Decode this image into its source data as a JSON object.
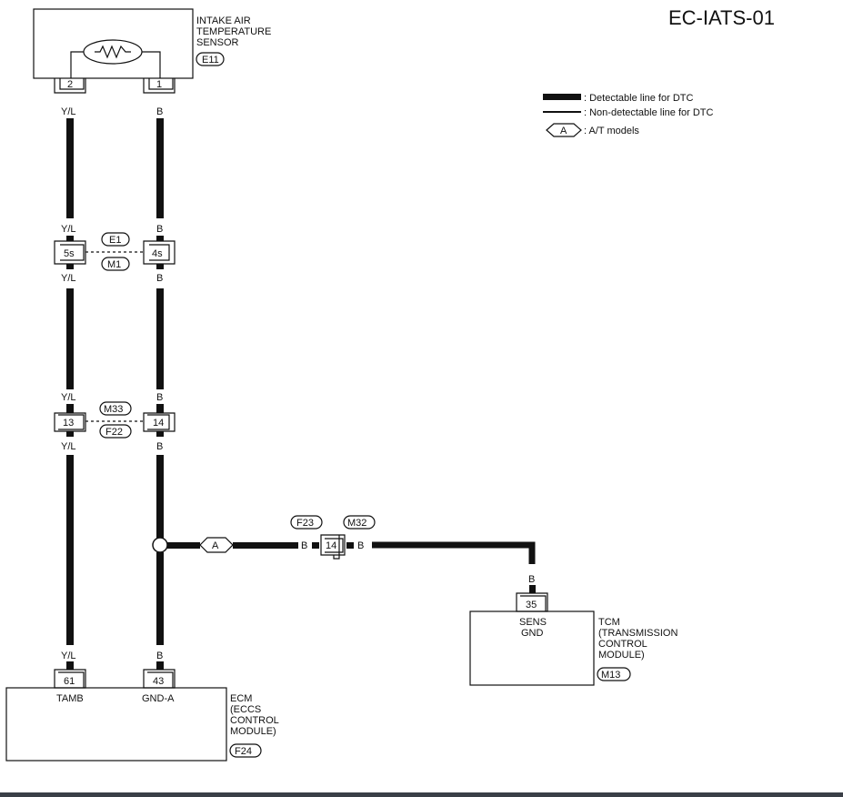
{
  "diagram_code": "EC-IATS-01",
  "legend": {
    "detectable": ": Detectable line for DTC",
    "nondetectable": ": Non-detectable line for DTC",
    "at_symbol": "A",
    "at_text": ": A/T models"
  },
  "sensor": {
    "lines": [
      "INTAKE AIR",
      "TEMPERATURE",
      "SENSOR"
    ],
    "connector": "E11",
    "pin_left": "2",
    "pin_right": "1"
  },
  "wire_colors": {
    "left": "Y/L",
    "right": "B"
  },
  "joint1": {
    "pin_left": "5s",
    "pin_right": "4s",
    "conn_top": "E1",
    "conn_bottom": "M1"
  },
  "joint2": {
    "pin_left": "13",
    "pin_right": "14",
    "conn_top": "M33",
    "conn_bottom": "F22"
  },
  "branch": {
    "at_symbol": "A",
    "conn_left": "F23",
    "conn_right": "M32",
    "pin": "14",
    "color_left": "B",
    "color_right": "B",
    "color_down": "B"
  },
  "tcm": {
    "pin": "35",
    "terminal": [
      "SENS",
      "GND"
    ],
    "lines": [
      "TCM",
      "(TRANSMISSION",
      "CONTROL",
      "MODULE)"
    ],
    "connector": "M13"
  },
  "ecm": {
    "pin_left": "61",
    "pin_right": "43",
    "terminal_left": "TAMB",
    "terminal_right": "GND-A",
    "lines": [
      "ECM",
      "(ECCS",
      "CONTROL",
      "MODULE)"
    ],
    "connector": "F24"
  }
}
